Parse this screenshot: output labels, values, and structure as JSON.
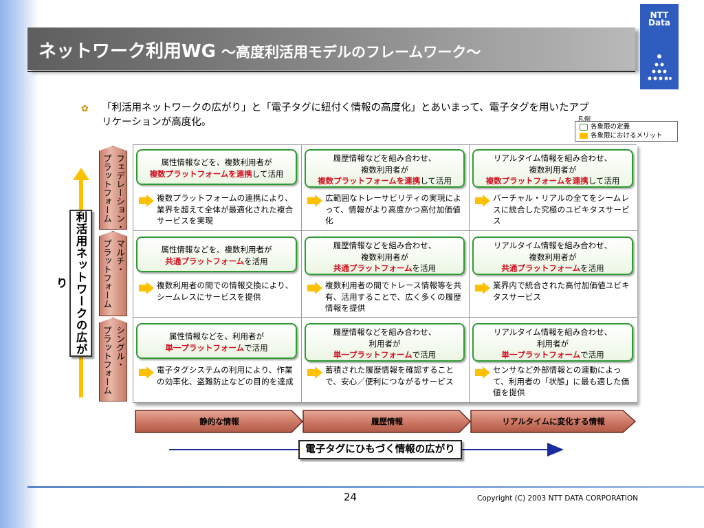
{
  "title": {
    "main": "ネットワーク利用WG",
    "sub": "～高度利活用モデルのフレームワーク～"
  },
  "logo": {
    "line1": "NTT",
    "line2": "Data"
  },
  "intro": {
    "line1": "「利活用ネットワークの広がり」と「電子タグに紐付く情報の高度化」とあいまって、電子タグを用いたアプ",
    "line2": "リケーションが高度化。"
  },
  "legend": {
    "title": "凡例",
    "item1": "各象限の定義",
    "item2": "各象限におけるメリット"
  },
  "y_axis_label": "利活用ネットワークの広がり",
  "row_labels": [
    {
      "text": "フェデレーション・\nプラットフォーム"
    },
    {
      "text": "マルチ・\nプラットフォーム"
    },
    {
      "text": "シングル・\nプラットフォーム"
    }
  ],
  "cells": [
    [
      {
        "def1": "属性情報などを、複数利用者が",
        "def_red": "複数プラットフォームを連携",
        "def_tail": "して活用",
        "desc": "複数プラットフォームの連携により、業界を超えて全体が最適化された複合サービスを実現"
      },
      {
        "def1": "履歴情報などを組み合わせ、",
        "def2": "複数利用者が",
        "def_red": "複数プラットフォームを連携",
        "def_tail": "して活用",
        "desc": "広範囲なトレーサビリティの実現によって、情報がより高度かつ高付加価値化"
      },
      {
        "def1": "リアルタイム情報を組み合わせ、",
        "def2": "複数利用者が",
        "def_red": "複数プラットフォームを連携",
        "def_tail": "して活用",
        "desc": "バーチャル・リアルの全てをシームレスに統合した究極のユビキタスサービス"
      }
    ],
    [
      {
        "def1": "属性情報などを、複数利用者が",
        "def_red": "共通プラットフォーム",
        "def_tail": "を活用",
        "desc": "複数利用者の間での情報交換により、シームレスにサービスを提供"
      },
      {
        "def1": "履歴情報などを組み合わせ、",
        "def2": "複数利用者が",
        "def_red": "共通プラットフォーム",
        "def_tail": "を活用",
        "desc": "複数利用者の間でトレース情報等を共有、活用することで、広く多くの履歴情報を提供"
      },
      {
        "def1": "リアルタイム情報を組み合わせ、",
        "def2": "複数利用者が",
        "def_red": "共通プラットフォーム",
        "def_tail": "を活用",
        "desc": "業界内で統合された高付加価値ユビキタスサービス"
      }
    ],
    [
      {
        "def1": "属性情報などを、利用者が",
        "def_red": "単一プラットフォーム",
        "def_tail": "で活用",
        "desc": "電子タグシステムの利用により、作業の効率化、盗難防止などの目的を達成"
      },
      {
        "def1": "履歴情報などを組み合わせ、",
        "def2": "利用者が",
        "def_red": "単一プラットフォーム",
        "def_tail": "で活用",
        "desc": "蓄積された履歴情報を確認することで、安心／便利につながるサービス"
      },
      {
        "def1": "リアルタイム情報を組み合わせ、",
        "def2": "利用者が",
        "def_red": "単一プラットフォーム",
        "def_tail": "で活用",
        "desc": "センサなど外部情報との連動によって、利用者の「状態」に最も適した価値を提供"
      }
    ]
  ],
  "bottom_categories": [
    "静的な情報",
    "履歴情報",
    "リアルタイムに変化する情報"
  ],
  "x_axis_label": "電子タグにひもづく情報の広がり",
  "footer": {
    "page": "24",
    "copyright": "Copyright (C) 2003 NTT DATA CORPORATION"
  },
  "colors": {
    "title_bar": "#7a7a7a",
    "logo_bg": "#2f5cbf",
    "green_border": "#2e9a32",
    "emphasis_red": "#d0101f",
    "arrow_yellow": "#ffc000",
    "category_arrow": "#c9705c",
    "axis_blue": "#1a2aa0"
  }
}
